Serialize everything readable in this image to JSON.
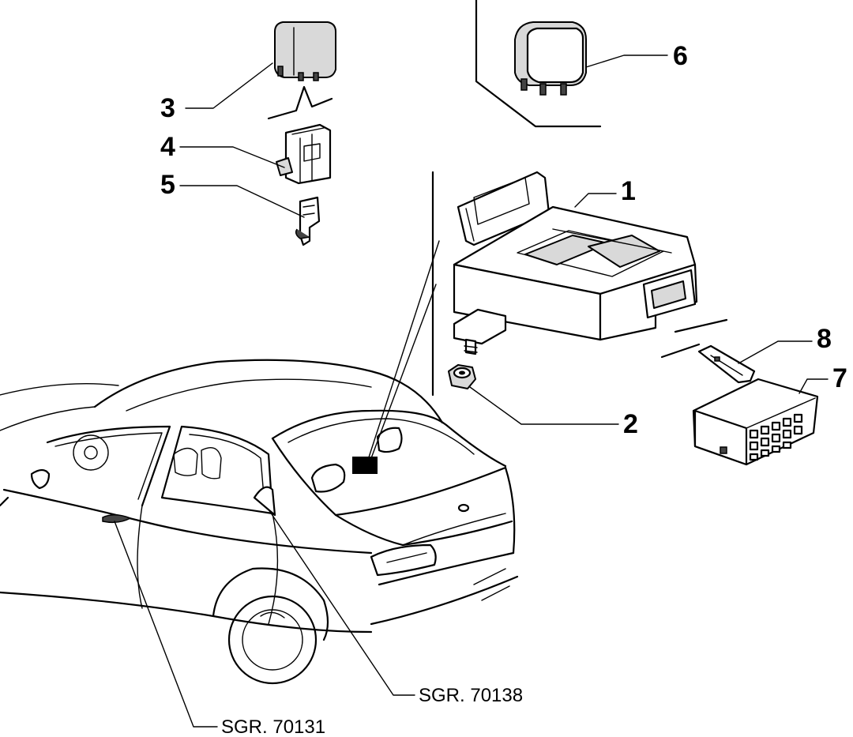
{
  "callouts": {
    "n1": "1",
    "n2": "2",
    "n3": "3",
    "n4": "4",
    "n5": "5",
    "n6": "6",
    "n7": "7",
    "n8": "8"
  },
  "references": {
    "sgr_70138": "SGR. 70138",
    "sgr_70131": "SGR. 70131"
  }
}
